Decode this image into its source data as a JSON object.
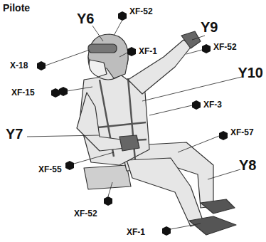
{
  "diagram": {
    "title": "Pilote",
    "labels": [
      "Y6",
      "XF-52",
      "Y9",
      "XF-1",
      "XF-52",
      "X-18",
      "Y10",
      "XF-15",
      "XF-3",
      "Y7",
      "XF-57",
      "XF-55",
      "Y8",
      "XF-52",
      "XF-1"
    ]
  }
}
